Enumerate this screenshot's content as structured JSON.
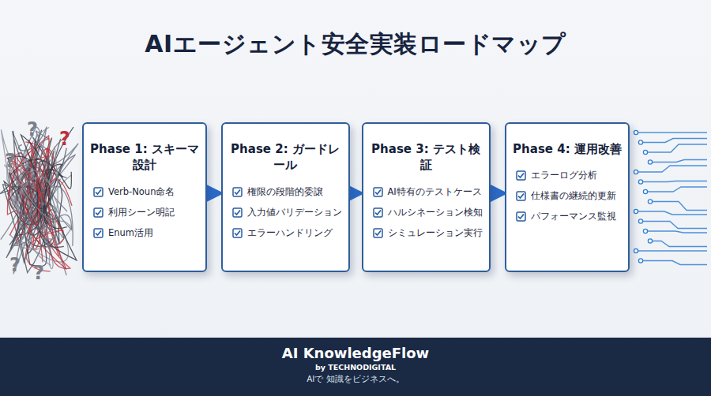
{
  "diagram": {
    "title": "AIエージェント安全実装ロードマップ",
    "nodes": [
      {
        "text": [
          "Phase 1: スキーマ設計",
          "Verb-Noun命名",
          "利用シーン明記",
          "Enum活用"
        ]
      },
      {
        "text": [
          "Phase 2: ガードレール",
          "権限の段階的委譲",
          "入力値バリデーション",
          "エラーハンドリング"
        ]
      },
      {
        "text": [
          "Phase 3: テスト検証",
          "AI特有のテストケース",
          "ハルシネーション検知",
          "シミュレーション実行"
        ]
      },
      {
        "text": [
          "Phase 4: 運用改善",
          "エラーログ分析",
          "仕様書の継続的更新",
          "パフォーマンス監視"
        ]
      },
      {
        "text": [
          "AI KnowledgeFlow",
          "by TECHNODIGITAL",
          "AIで 知識をビジネスへ。"
        ]
      }
    ],
    "edges": [
      {
        "from": 0,
        "to": 1,
        "arrow": "to"
      },
      {
        "from": 1,
        "to": 2,
        "arrow": "to"
      },
      {
        "from": 2,
        "to": 3,
        "arrow": "to"
      }
    ],
    "labels": [
      "?",
      "?",
      "?",
      "?",
      "?"
    ]
  }
}
